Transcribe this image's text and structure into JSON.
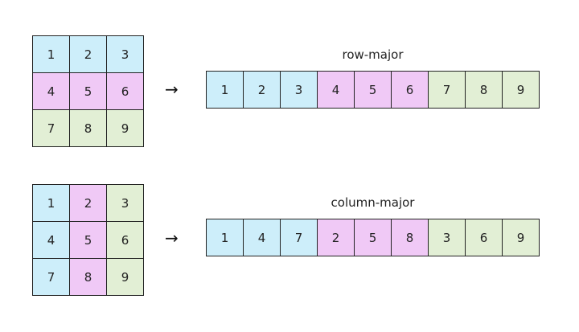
{
  "colors": {
    "blue": "#cdeefa",
    "pink": "#f0c9f6",
    "green": "#e2efd5",
    "border": "#222222"
  },
  "arrow": "→",
  "row_major": {
    "title": "row-major",
    "grid": [
      [
        {
          "value": "1",
          "color": "blue"
        },
        {
          "value": "2",
          "color": "blue"
        },
        {
          "value": "3",
          "color": "blue"
        }
      ],
      [
        {
          "value": "4",
          "color": "pink"
        },
        {
          "value": "5",
          "color": "pink"
        },
        {
          "value": "6",
          "color": "pink"
        }
      ],
      [
        {
          "value": "7",
          "color": "green"
        },
        {
          "value": "8",
          "color": "green"
        },
        {
          "value": "9",
          "color": "green"
        }
      ]
    ],
    "sequence": [
      {
        "value": "1",
        "color": "blue"
      },
      {
        "value": "2",
        "color": "blue"
      },
      {
        "value": "3",
        "color": "blue"
      },
      {
        "value": "4",
        "color": "pink"
      },
      {
        "value": "5",
        "color": "pink"
      },
      {
        "value": "6",
        "color": "pink"
      },
      {
        "value": "7",
        "color": "green"
      },
      {
        "value": "8",
        "color": "green"
      },
      {
        "value": "9",
        "color": "green"
      }
    ]
  },
  "column_major": {
    "title": "column-major",
    "grid": [
      [
        {
          "value": "1",
          "color": "blue"
        },
        {
          "value": "2",
          "color": "pink"
        },
        {
          "value": "3",
          "color": "green"
        }
      ],
      [
        {
          "value": "4",
          "color": "blue"
        },
        {
          "value": "5",
          "color": "pink"
        },
        {
          "value": "6",
          "color": "green"
        }
      ],
      [
        {
          "value": "7",
          "color": "blue"
        },
        {
          "value": "8",
          "color": "pink"
        },
        {
          "value": "9",
          "color": "green"
        }
      ]
    ],
    "sequence": [
      {
        "value": "1",
        "color": "blue"
      },
      {
        "value": "4",
        "color": "blue"
      },
      {
        "value": "7",
        "color": "blue"
      },
      {
        "value": "2",
        "color": "pink"
      },
      {
        "value": "5",
        "color": "pink"
      },
      {
        "value": "8",
        "color": "pink"
      },
      {
        "value": "3",
        "color": "green"
      },
      {
        "value": "6",
        "color": "green"
      },
      {
        "value": "9",
        "color": "green"
      }
    ]
  }
}
